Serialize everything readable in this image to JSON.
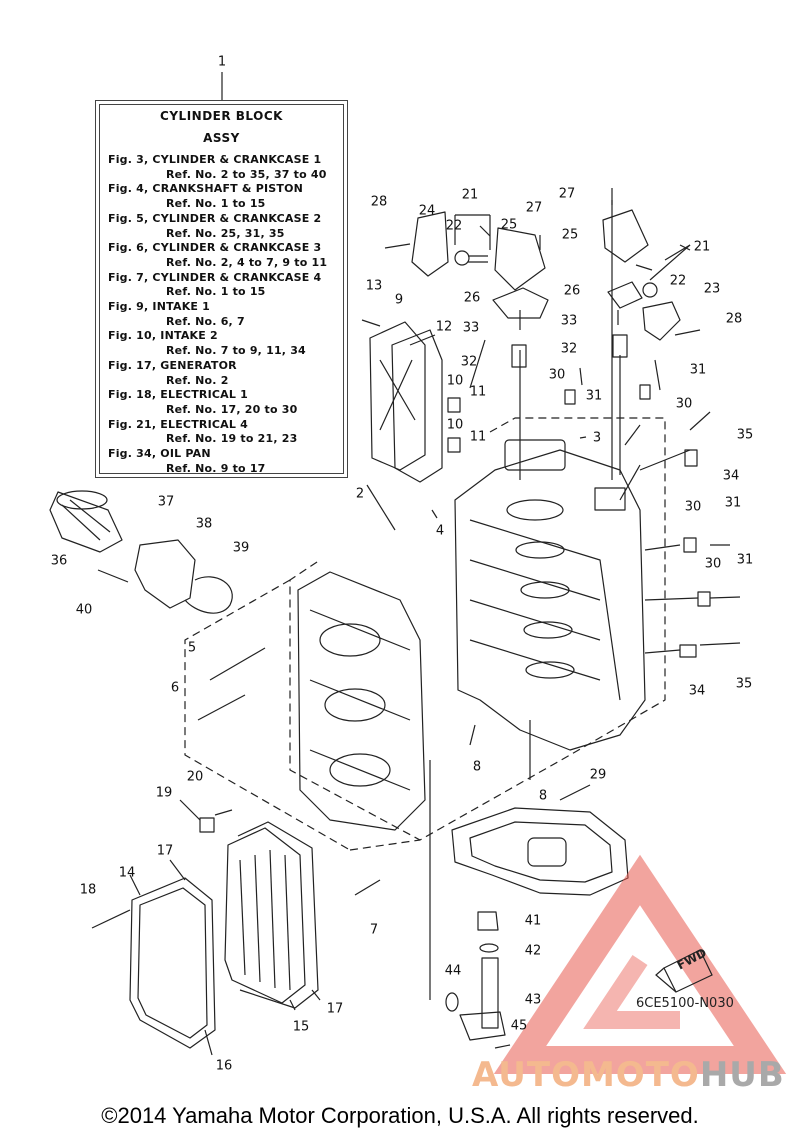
{
  "legend": {
    "title_line1": "CYLINDER  BLOCK",
    "title_line2": "ASSY",
    "entries": [
      {
        "fig": "Fig. 3, CYLINDER & CRANKCASE 1",
        "ref": "Ref. No. 2 to 35, 37 to 40"
      },
      {
        "fig": "Fig. 4, CRANKSHAFT & PISTON",
        "ref": "Ref. No. 1 to 15"
      },
      {
        "fig": "Fig. 5, CYLINDER & CRANKCASE 2",
        "ref": "Ref. No. 25, 31, 35"
      },
      {
        "fig": "Fig. 6, CYLINDER & CRANKCASE 3",
        "ref": "Ref. No. 2, 4 to 7, 9 to 11"
      },
      {
        "fig": "Fig. 7, CYLINDER & CRANKCASE 4",
        "ref": "Ref. No. 1 to 15"
      },
      {
        "fig": "Fig. 9, INTAKE 1",
        "ref": "Ref. No. 6, 7"
      },
      {
        "fig": "Fig. 10, INTAKE 2",
        "ref": "Ref. No. 7 to 9,  11, 34"
      },
      {
        "fig": "Fig. 17, GENERATOR",
        "ref": "Ref. No. 2"
      },
      {
        "fig": "Fig. 18, ELECTRICAL 1",
        "ref": "Ref. No. 17, 20 to 30"
      },
      {
        "fig": "Fig. 21, ELECTRICAL 4",
        "ref": "Ref. No. 19 to 21, 23"
      },
      {
        "fig": "Fig. 34, OIL PAN",
        "ref": "Ref. No. 9 to 17"
      }
    ]
  },
  "callouts": [
    "1",
    "2",
    "3",
    "4",
    "5",
    "6",
    "7",
    "8",
    "8",
    "9",
    "10",
    "10",
    "11",
    "11",
    "12",
    "13",
    "14",
    "15",
    "16",
    "17",
    "17",
    "18",
    "19",
    "20",
    "21",
    "21",
    "22",
    "22",
    "23",
    "24",
    "25",
    "25",
    "26",
    "26",
    "27",
    "27",
    "28",
    "28",
    "29",
    "30",
    "30",
    "30",
    "30",
    "31",
    "31",
    "31",
    "31",
    "32",
    "32",
    "33",
    "33",
    "34",
    "34",
    "35",
    "35",
    "36",
    "37",
    "38",
    "39",
    "40",
    "41",
    "42",
    "43",
    "44",
    "45"
  ],
  "doc_code": "6CE5100-N030",
  "fwd_label": "FWD",
  "copyright": "©2014 Yamaha Motor Corporation, U.S.A. All rights reserved.",
  "watermark": {
    "part1": "AUTOMOTO",
    "part2": "HUB"
  },
  "colors": {
    "line": "#222222",
    "watermark_orange": "#f4b98f",
    "watermark_red": "#e85a4f",
    "watermark_gray": "#a9a9a9"
  }
}
